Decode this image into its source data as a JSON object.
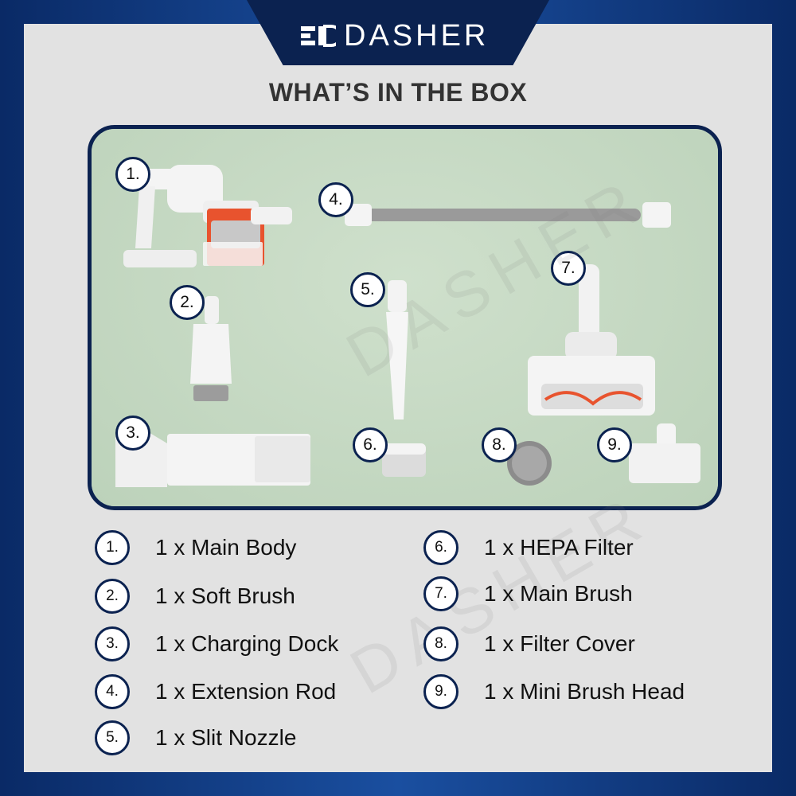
{
  "brand": {
    "name": "DASHER"
  },
  "heading": "WHAT’S IN THE BOX",
  "photo_labels": [
    "1.",
    "2.",
    "3.",
    "4.",
    "5.",
    "6.",
    "7.",
    "8.",
    "9."
  ],
  "items": [
    {
      "num": "1.",
      "label": "1 x Main Body"
    },
    {
      "num": "2.",
      "label": "1 x Soft Brush"
    },
    {
      "num": "3.",
      "label": "1 x Charging Dock"
    },
    {
      "num": "4.",
      "label": "1 x Extension Rod"
    },
    {
      "num": "5.",
      "label": "1 x Slit Nozzle"
    },
    {
      "num": "6.",
      "label": "1 x HEPA Filter"
    },
    {
      "num": "7.",
      "label": "1 x Main Brush"
    },
    {
      "num": "8.",
      "label": "1 x Filter Cover"
    },
    {
      "num": "9.",
      "label": "1 x Mini Brush Head"
    }
  ],
  "watermark": "DASHER",
  "colors": {
    "navy": "#0b2250",
    "accent": "#e8532e",
    "panel": "#e2e2e2",
    "photo_bg": "#c4d8c4"
  }
}
